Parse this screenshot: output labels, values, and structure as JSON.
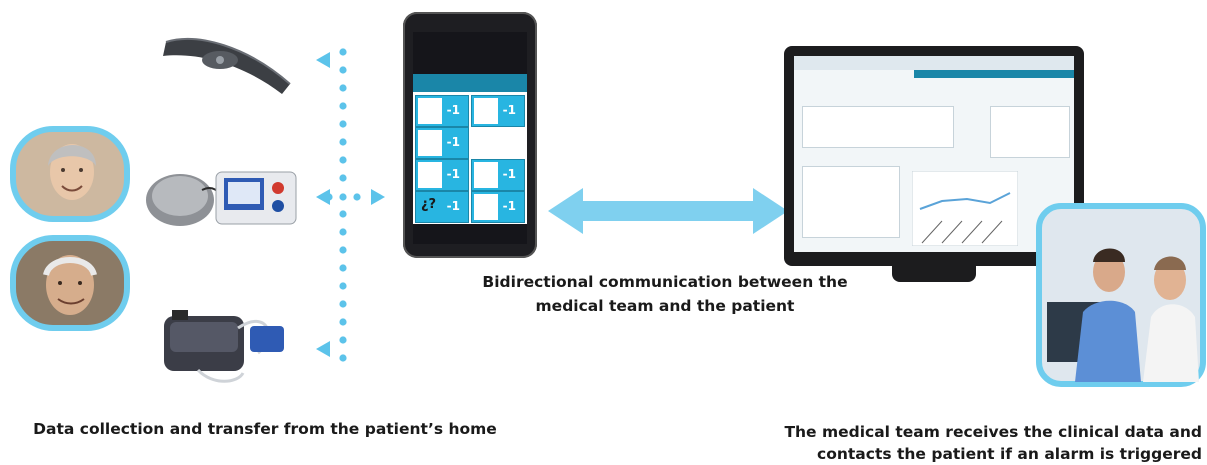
{
  "captions": {
    "collection": "Data collection and transfer from the patient’s home",
    "bidirectional_line1": "Bidirectional communication between the",
    "bidirectional_line2": "medical team and the patient",
    "team_line1": "The medical team receives the clinical data and",
    "team_line2": "contacts the patient if an alarm is triggered"
  },
  "phone": {
    "tile_values": [
      "-1",
      "-1",
      "-1",
      "-1",
      "-1",
      "-1",
      "-1"
    ],
    "question_glyph": "¿?"
  },
  "colors": {
    "accent": "#28b5e1",
    "arrow": "#7fd0ef",
    "dots": "#5cc3ea",
    "frame_ring": "#6fcdee",
    "text": "#1a1a1a"
  },
  "icons": [
    "heart-strap-icon",
    "blood-pressure-monitor-icon",
    "pulse-oximeter-icon",
    "patient-photo-woman",
    "patient-photo-man",
    "smartphone-icon",
    "computer-monitor-icon",
    "medical-team-photo",
    "bidirectional-arrow-icon"
  ]
}
